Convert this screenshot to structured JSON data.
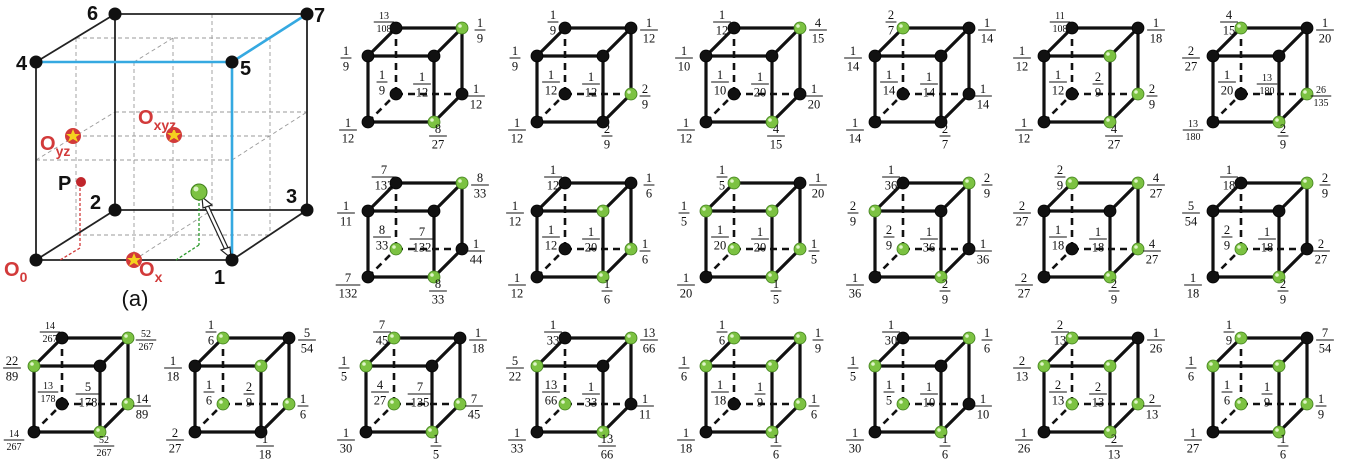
{
  "palette": {
    "green": "#7cc242",
    "black": "#111111",
    "blue": "#35a9e1",
    "red": "#d23a3a",
    "star": "#f4d21f"
  },
  "panel_a": {
    "caption": "(a)",
    "vertices": {
      "v0": "0",
      "v1": "1",
      "v2": "2",
      "v3": "3",
      "v4": "4",
      "v5": "5",
      "v6": "6",
      "v7": "7"
    },
    "origins": {
      "o_main": "O",
      "o_main_sub": "0",
      "o_x": "O",
      "o_x_sub": "x",
      "o_yz": "O",
      "o_yz_sub": "yz",
      "o_xyz": "O",
      "o_xyz_sub": "xyz"
    },
    "point": "P"
  },
  "cubes": [
    {
      "colors": [
        "k",
        "g",
        "k",
        "k",
        "k",
        "k",
        "k",
        "g"
      ],
      "labels": [
        [
          "1",
          "12"
        ],
        [
          "8",
          "27"
        ],
        [
          "1",
          "9"
        ],
        [
          "1",
          "12"
        ],
        [
          "1",
          "9"
        ],
        [
          "1",
          "12"
        ],
        [
          "13",
          "108"
        ],
        [
          "1",
          "9"
        ]
      ]
    },
    {
      "colors": [
        "k",
        "k",
        "k",
        "g",
        "k",
        "k",
        "k",
        "k"
      ],
      "labels": [
        [
          "1",
          "12"
        ],
        [
          "2",
          "9"
        ],
        [
          "1",
          "12"
        ],
        [
          "2",
          "9"
        ],
        [
          "1",
          "9"
        ],
        [
          "1",
          "12"
        ],
        [
          "1",
          "9"
        ],
        [
          "1",
          "12"
        ]
      ]
    },
    {
      "colors": [
        "k",
        "g",
        "k",
        "k",
        "k",
        "k",
        "k",
        "g"
      ],
      "labels": [
        [
          "1",
          "12"
        ],
        [
          "4",
          "15"
        ],
        [
          "1",
          "10"
        ],
        [
          "1",
          "20"
        ],
        [
          "1",
          "10"
        ],
        [
          "1",
          "20"
        ],
        [
          "1",
          "12"
        ],
        [
          "4",
          "15"
        ]
      ]
    },
    {
      "colors": [
        "k",
        "k",
        "k",
        "k",
        "k",
        "k",
        "g",
        "k"
      ],
      "labels": [
        [
          "1",
          "14"
        ],
        [
          "2",
          "7"
        ],
        [
          "1",
          "14"
        ],
        [
          "1",
          "14"
        ],
        [
          "1",
          "14"
        ],
        [
          "1",
          "14"
        ],
        [
          "2",
          "7"
        ],
        [
          "1",
          "14"
        ]
      ]
    },
    {
      "colors": [
        "k",
        "g",
        "k",
        "g",
        "k",
        "g",
        "k",
        "k"
      ],
      "labels": [
        [
          "1",
          "12"
        ],
        [
          "4",
          "27"
        ],
        [
          "1",
          "12"
        ],
        [
          "2",
          "9"
        ],
        [
          "1",
          "12"
        ],
        [
          "2",
          "9"
        ],
        [
          "11",
          "108"
        ],
        [
          "1",
          "18"
        ]
      ]
    },
    {
      "colors": [
        "k",
        "g",
        "k",
        "g",
        "k",
        "k",
        "g",
        "k"
      ],
      "labels": [
        [
          "13",
          "180"
        ],
        [
          "2",
          "9"
        ],
        [
          "1",
          "20"
        ],
        [
          "26",
          "135"
        ],
        [
          "2",
          "27"
        ],
        [
          "13",
          "180"
        ],
        [
          "4",
          "15"
        ],
        [
          "1",
          "20"
        ]
      ]
    },
    {
      "colors": [
        "k",
        "g",
        "g",
        "k",
        "k",
        "k",
        "k",
        "g"
      ],
      "labels": [
        [
          "7",
          "132"
        ],
        [
          "8",
          "33"
        ],
        [
          "8",
          "33"
        ],
        [
          "1",
          "44"
        ],
        [
          "1",
          "11"
        ],
        [
          "7",
          "132"
        ],
        [
          "7",
          "132"
        ],
        [
          "8",
          "33"
        ]
      ]
    },
    {
      "colors": [
        "k",
        "g",
        "k",
        "g",
        "k",
        "g",
        "k",
        "k"
      ],
      "labels": [
        [
          "1",
          "12"
        ],
        [
          "1",
          "6"
        ],
        [
          "1",
          "12"
        ],
        [
          "1",
          "6"
        ],
        [
          "1",
          "12"
        ],
        [
          "1",
          "20"
        ],
        [
          "1",
          "12"
        ],
        [
          "1",
          "6"
        ]
      ]
    },
    {
      "colors": [
        "k",
        "g",
        "g",
        "g",
        "g",
        "g",
        "g",
        "k"
      ],
      "labels": [
        [
          "1",
          "20"
        ],
        [
          "1",
          "5"
        ],
        [
          "1",
          "20"
        ],
        [
          "1",
          "5"
        ],
        [
          "1",
          "5"
        ],
        [
          "1",
          "20"
        ],
        [
          "1",
          "5"
        ],
        [
          "1",
          "20"
        ]
      ]
    },
    {
      "colors": [
        "k",
        "g",
        "g",
        "k",
        "g",
        "k",
        "k",
        "g"
      ],
      "labels": [
        [
          "1",
          "36"
        ],
        [
          "2",
          "9"
        ],
        [
          "2",
          "9"
        ],
        [
          "1",
          "36"
        ],
        [
          "2",
          "9"
        ],
        [
          "1",
          "36"
        ],
        [
          "1",
          "36"
        ],
        [
          "2",
          "9"
        ]
      ]
    },
    {
      "colors": [
        "k",
        "g",
        "k",
        "g",
        "k",
        "k",
        "g",
        "g"
      ],
      "labels": [
        [
          "2",
          "27"
        ],
        [
          "2",
          "9"
        ],
        [
          "1",
          "18"
        ],
        [
          "4",
          "27"
        ],
        [
          "2",
          "27"
        ],
        [
          "1",
          "18"
        ],
        [
          "2",
          "9"
        ],
        [
          "4",
          "27"
        ]
      ]
    },
    {
      "colors": [
        "k",
        "g",
        "g",
        "k",
        "k",
        "k",
        "k",
        "g"
      ],
      "labels": [
        [
          "1",
          "18"
        ],
        [
          "2",
          "9"
        ],
        [
          "2",
          "9"
        ],
        [
          "2",
          "27"
        ],
        [
          "5",
          "54"
        ],
        [
          "1",
          "18"
        ],
        [
          "1",
          "18"
        ],
        [
          "2",
          "9"
        ]
      ]
    },
    {
      "colors": [
        "k",
        "g",
        "k",
        "g",
        "g",
        "k",
        "k",
        "g"
      ],
      "labels": [
        [
          "14",
          "267"
        ],
        [
          "52",
          "267"
        ],
        [
          "13",
          "178"
        ],
        [
          "14",
          "89"
        ],
        [
          "22",
          "89"
        ],
        [
          "5",
          "178"
        ],
        [
          "14",
          "267"
        ],
        [
          "52",
          "267"
        ]
      ]
    },
    {
      "colors": [
        "k",
        "k",
        "g",
        "g",
        "k",
        "g",
        "g",
        "k"
      ],
      "labels": [
        [
          "2",
          "27"
        ],
        [
          "1",
          "18"
        ],
        [
          "1",
          "6"
        ],
        [
          "1",
          "6"
        ],
        [
          "1",
          "18"
        ],
        [
          "2",
          "9"
        ],
        [
          "1",
          "6"
        ],
        [
          "5",
          "54"
        ]
      ]
    },
    {
      "colors": [
        "k",
        "g",
        "g",
        "g",
        "g",
        "k",
        "g",
        "k"
      ],
      "labels": [
        [
          "1",
          "30"
        ],
        [
          "1",
          "5"
        ],
        [
          "4",
          "27"
        ],
        [
          "7",
          "45"
        ],
        [
          "1",
          "5"
        ],
        [
          "7",
          "135"
        ],
        [
          "7",
          "45"
        ],
        [
          "1",
          "18"
        ]
      ]
    },
    {
      "colors": [
        "k",
        "g",
        "g",
        "k",
        "g",
        "k",
        "k",
        "g"
      ],
      "labels": [
        [
          "1",
          "33"
        ],
        [
          "13",
          "66"
        ],
        [
          "13",
          "66"
        ],
        [
          "1",
          "11"
        ],
        [
          "5",
          "22"
        ],
        [
          "1",
          "33"
        ],
        [
          "1",
          "33"
        ],
        [
          "13",
          "66"
        ]
      ]
    },
    {
      "colors": [
        "k",
        "g",
        "k",
        "g",
        "g",
        "g",
        "g",
        "g"
      ],
      "labels": [
        [
          "1",
          "18"
        ],
        [
          "1",
          "6"
        ],
        [
          "1",
          "18"
        ],
        [
          "1",
          "6"
        ],
        [
          "1",
          "6"
        ],
        [
          "1",
          "9"
        ],
        [
          "1",
          "6"
        ],
        [
          "1",
          "9"
        ]
      ]
    },
    {
      "colors": [
        "k",
        "g",
        "g",
        "k",
        "g",
        "k",
        "k",
        "g"
      ],
      "labels": [
        [
          "1",
          "30"
        ],
        [
          "1",
          "6"
        ],
        [
          "1",
          "5"
        ],
        [
          "1",
          "10"
        ],
        [
          "1",
          "5"
        ],
        [
          "1",
          "10"
        ],
        [
          "1",
          "30"
        ],
        [
          "1",
          "6"
        ]
      ]
    },
    {
      "colors": [
        "k",
        "g",
        "g",
        "g",
        "g",
        "g",
        "g",
        "k"
      ],
      "labels": [
        [
          "1",
          "26"
        ],
        [
          "2",
          "13"
        ],
        [
          "2",
          "13"
        ],
        [
          "2",
          "13"
        ],
        [
          "2",
          "13"
        ],
        [
          "2",
          "13"
        ],
        [
          "2",
          "13"
        ],
        [
          "1",
          "26"
        ]
      ]
    },
    {
      "colors": [
        "k",
        "g",
        "g",
        "g",
        "g",
        "g",
        "g",
        "k"
      ],
      "labels": [
        [
          "1",
          "27"
        ],
        [
          "1",
          "6"
        ],
        [
          "1",
          "6"
        ],
        [
          "1",
          "9"
        ],
        [
          "1",
          "6"
        ],
        [
          "1",
          "9"
        ],
        [
          "1",
          "9"
        ],
        [
          "7",
          "54"
        ]
      ]
    }
  ]
}
